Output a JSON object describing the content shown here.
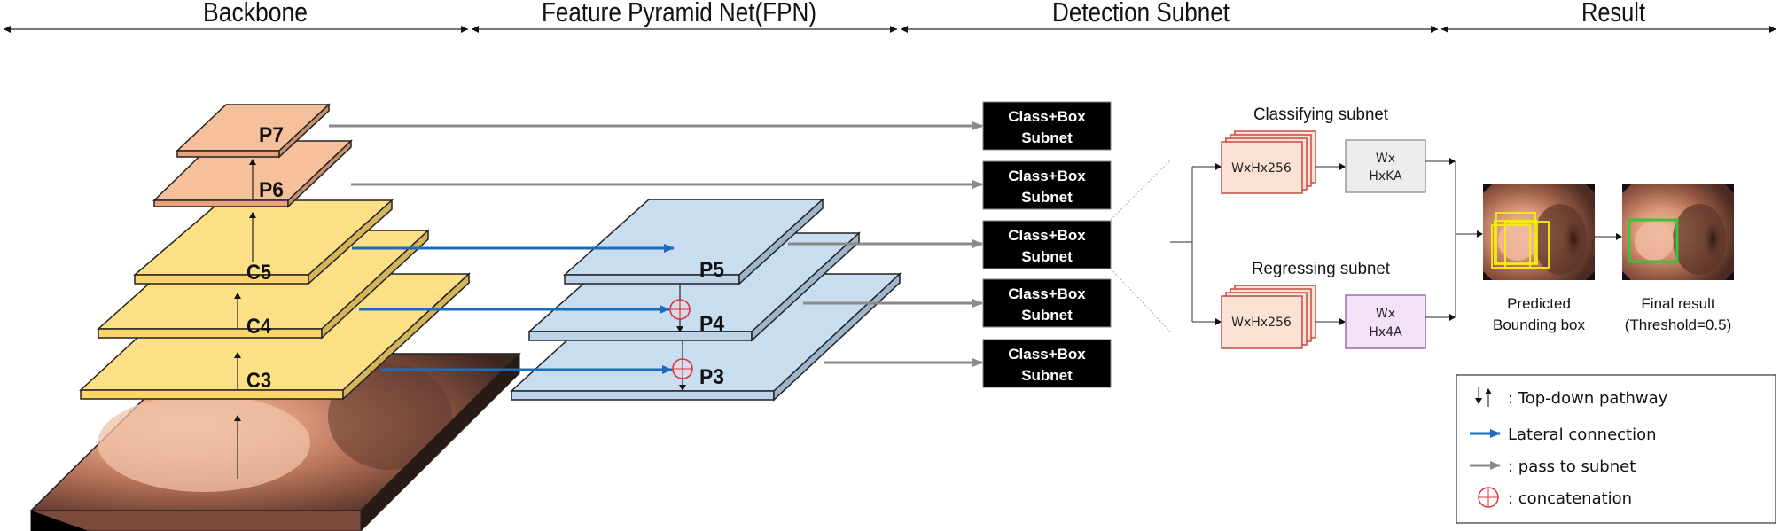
{
  "sections": [
    {
      "label": "Backbone"
    },
    {
      "label": "Feature Pyramid Net(FPN)"
    },
    {
      "label": "Detection Subnet"
    },
    {
      "label": "Result"
    }
  ],
  "backbone": {
    "layers": [
      "P7",
      "P6",
      "C5",
      "C4",
      "C3"
    ]
  },
  "fpn": {
    "layers": [
      "P5",
      "P4",
      "P3"
    ]
  },
  "detection": {
    "subnet_box_line1": "Class+Box",
    "subnet_box_line2": "Subnet",
    "subnet_count": 5,
    "classifying_label": "Classifying subnet",
    "regressing_label": "Regressing subnet",
    "feature_block": "WxHx256",
    "class_output": {
      "line1": "Wx",
      "line2": "HxKA"
    },
    "reg_output": {
      "line1": "Wx",
      "line2": "Hx4A"
    }
  },
  "result": {
    "predicted_line1": "Predicted",
    "predicted_line2": "Bounding box",
    "final_line1": "Final result",
    "final_line2": "(Threshold=0.5)",
    "threshold": 0.5
  },
  "legend": {
    "items": [
      {
        "icon": "up-down-arrows-icon",
        "label": ": Top-down pathway"
      },
      {
        "icon": "blue-arrow-icon",
        "label": "Lateral connection"
      },
      {
        "icon": "gray-arrow-icon",
        "label": ": pass to subnet"
      },
      {
        "icon": "circle-plus-icon",
        "label": ": concatenation"
      }
    ]
  },
  "colors": {
    "backbone_c": "#fddf86",
    "backbone_p": "#f5c09a",
    "fpn": "#c9ddf1",
    "lateral": "#1a6db8",
    "pass": "#8a8a8a",
    "concat": "#d9343a",
    "class_output": "#ececec",
    "reg_output": "#f3e2f7",
    "feature": "#fbe2d5",
    "pred_box": "#f5ee12",
    "final_box": "#3cc23a"
  }
}
